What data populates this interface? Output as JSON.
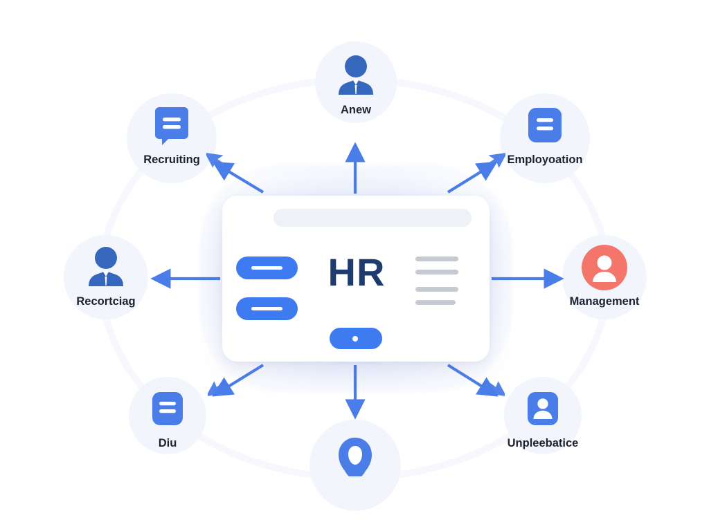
{
  "diagram": {
    "title_center": "HR",
    "center_card": {
      "window_dot_red": "red-dot",
      "window_dot_blue": "blue-dot",
      "addressbar": "address-bar-placeholder",
      "left_pill_1": "menu-pill",
      "left_pill_2": "menu-pill",
      "toggle_pill": "toggle-pill",
      "text_lines": [
        "line-1",
        "line-2",
        "line-3",
        "line-4"
      ]
    },
    "nodes": [
      {
        "id": "anew",
        "label": "Anew",
        "icon": "businessman-tie-icon",
        "icon_color": "#3567bd",
        "position": "top"
      },
      {
        "id": "recruiting",
        "label": "Recruiting",
        "icon": "speech-bubble-icon",
        "icon_color": "#4a7de8",
        "position": "top-left"
      },
      {
        "id": "employoation",
        "label": "Employoation",
        "icon": "document-card-icon",
        "icon_color": "#4a7de8",
        "position": "top-right"
      },
      {
        "id": "recortciag",
        "label": "Recortciag",
        "icon": "businessman-tie-icon",
        "icon_color": "#3567bd",
        "position": "left"
      },
      {
        "id": "management",
        "label": "Management",
        "icon": "user-circle-icon",
        "icon_color": "#f4766a",
        "position": "right"
      },
      {
        "id": "diu",
        "label": "Diu",
        "icon": "document-card-icon",
        "icon_color": "#4a7de8",
        "position": "bottom-left"
      },
      {
        "id": "unpleebatice",
        "label": "Unpleebatice",
        "icon": "user-card-icon",
        "icon_color": "#4a7de8",
        "position": "bottom-right"
      },
      {
        "id": "bottom-person",
        "label": "",
        "icon": "user-silhouette-icon",
        "icon_color": "#4a7de8",
        "position": "bottom"
      }
    ],
    "colors": {
      "accent_blue": "#4a7de8",
      "deep_blue": "#3567bd",
      "navy": "#1f3a6d",
      "coral": "#f4766a",
      "halo": "#f2f5fc",
      "gray_line": "#c6cad2",
      "background": "#ffffff"
    },
    "arrows": {
      "count": 8,
      "color": "#4a7de8",
      "directions": [
        "up",
        "up-left",
        "up-right",
        "left",
        "right",
        "down-left",
        "down",
        "down-right"
      ]
    }
  }
}
